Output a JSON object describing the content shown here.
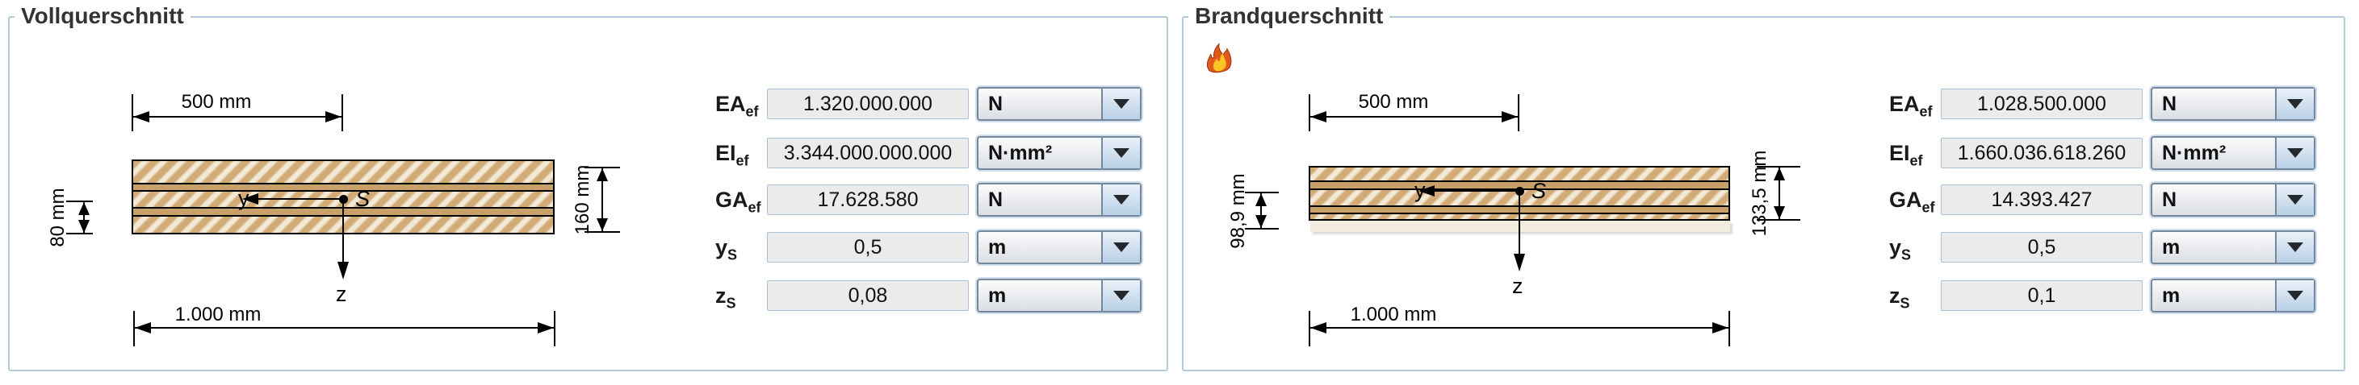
{
  "panels": {
    "voll": {
      "title": "Vollquerschnitt",
      "dimensions": {
        "top": "500 mm",
        "bottom": "1.000 mm",
        "left": "80 mm",
        "right": "160 mm"
      },
      "axis_labels": {
        "y": "y",
        "z": "z",
        "centroid": "S"
      },
      "fields": [
        {
          "name": "EA",
          "sub": "ef",
          "value": "1.320.000.000",
          "unit": "N"
        },
        {
          "name": "EI",
          "sub": "ef",
          "value": "3.344.000.000.000",
          "unit": "N·mm²"
        },
        {
          "name": "GA",
          "sub": "ef",
          "value": "17.628.580",
          "unit": "N"
        },
        {
          "name": "y",
          "sub": "S",
          "value": "0,5",
          "unit": "m"
        },
        {
          "name": "z",
          "sub": "S",
          "value": "0,08",
          "unit": "m"
        }
      ]
    },
    "brand": {
      "title": "Brandquerschnitt",
      "icon": "fire-icon",
      "dimensions": {
        "top": "500 mm",
        "bottom": "1.000 mm",
        "left": "98,9 mm",
        "right": "133,5 mm"
      },
      "axis_labels": {
        "y": "y",
        "z": "z",
        "centroid": "S"
      },
      "fields": [
        {
          "name": "EA",
          "sub": "ef",
          "value": "1.028.500.000",
          "unit": "N"
        },
        {
          "name": "EI",
          "sub": "ef",
          "value": "1.660.036.618.260",
          "unit": "N·mm²"
        },
        {
          "name": "GA",
          "sub": "ef",
          "value": "14.393.427",
          "unit": "N"
        },
        {
          "name": "y",
          "sub": "S",
          "value": "0,5",
          "unit": "m"
        },
        {
          "name": "z",
          "sub": "S",
          "value": "0,1",
          "unit": "m"
        }
      ]
    }
  },
  "colors": {
    "panel_border": "#b4c9dc",
    "wood": "#d2aa76",
    "wood_light": "#f2e9d6",
    "cross_layer": "#c8a06a",
    "char_layer": "#f2ecdf"
  }
}
